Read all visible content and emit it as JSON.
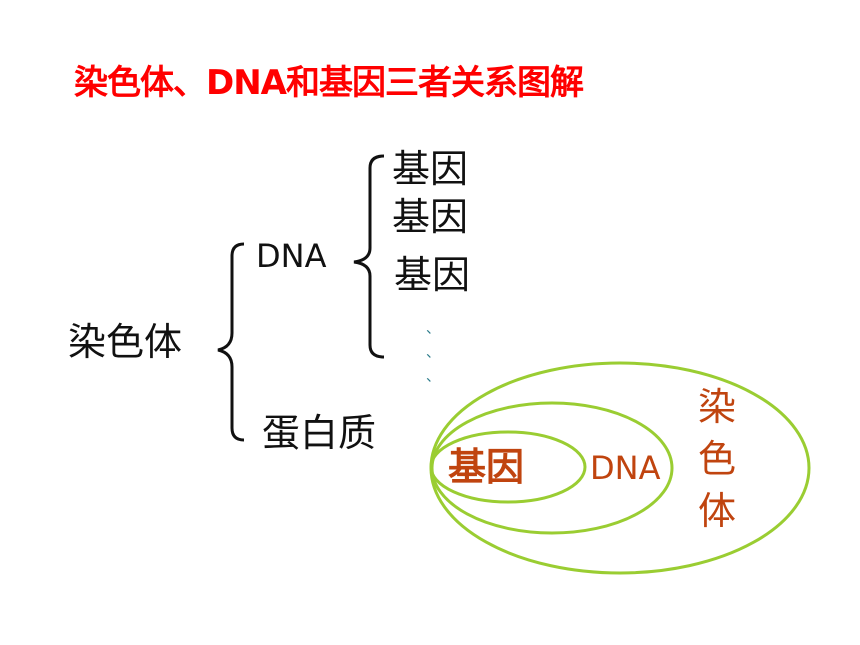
{
  "title": "染色体、DNA和基因三者关系图解",
  "tree": {
    "root": "染色体",
    "dna": "DNA",
    "protein": "蛋白质",
    "genes": [
      "基因",
      "基因",
      "基因"
    ],
    "ellipsis": "、"
  },
  "venn": {
    "inner": "基因",
    "middle": "DNA",
    "outer_chars": [
      "染",
      "色",
      "体"
    ],
    "ring_color": "#9acd32",
    "label_color": "#c0440f"
  }
}
